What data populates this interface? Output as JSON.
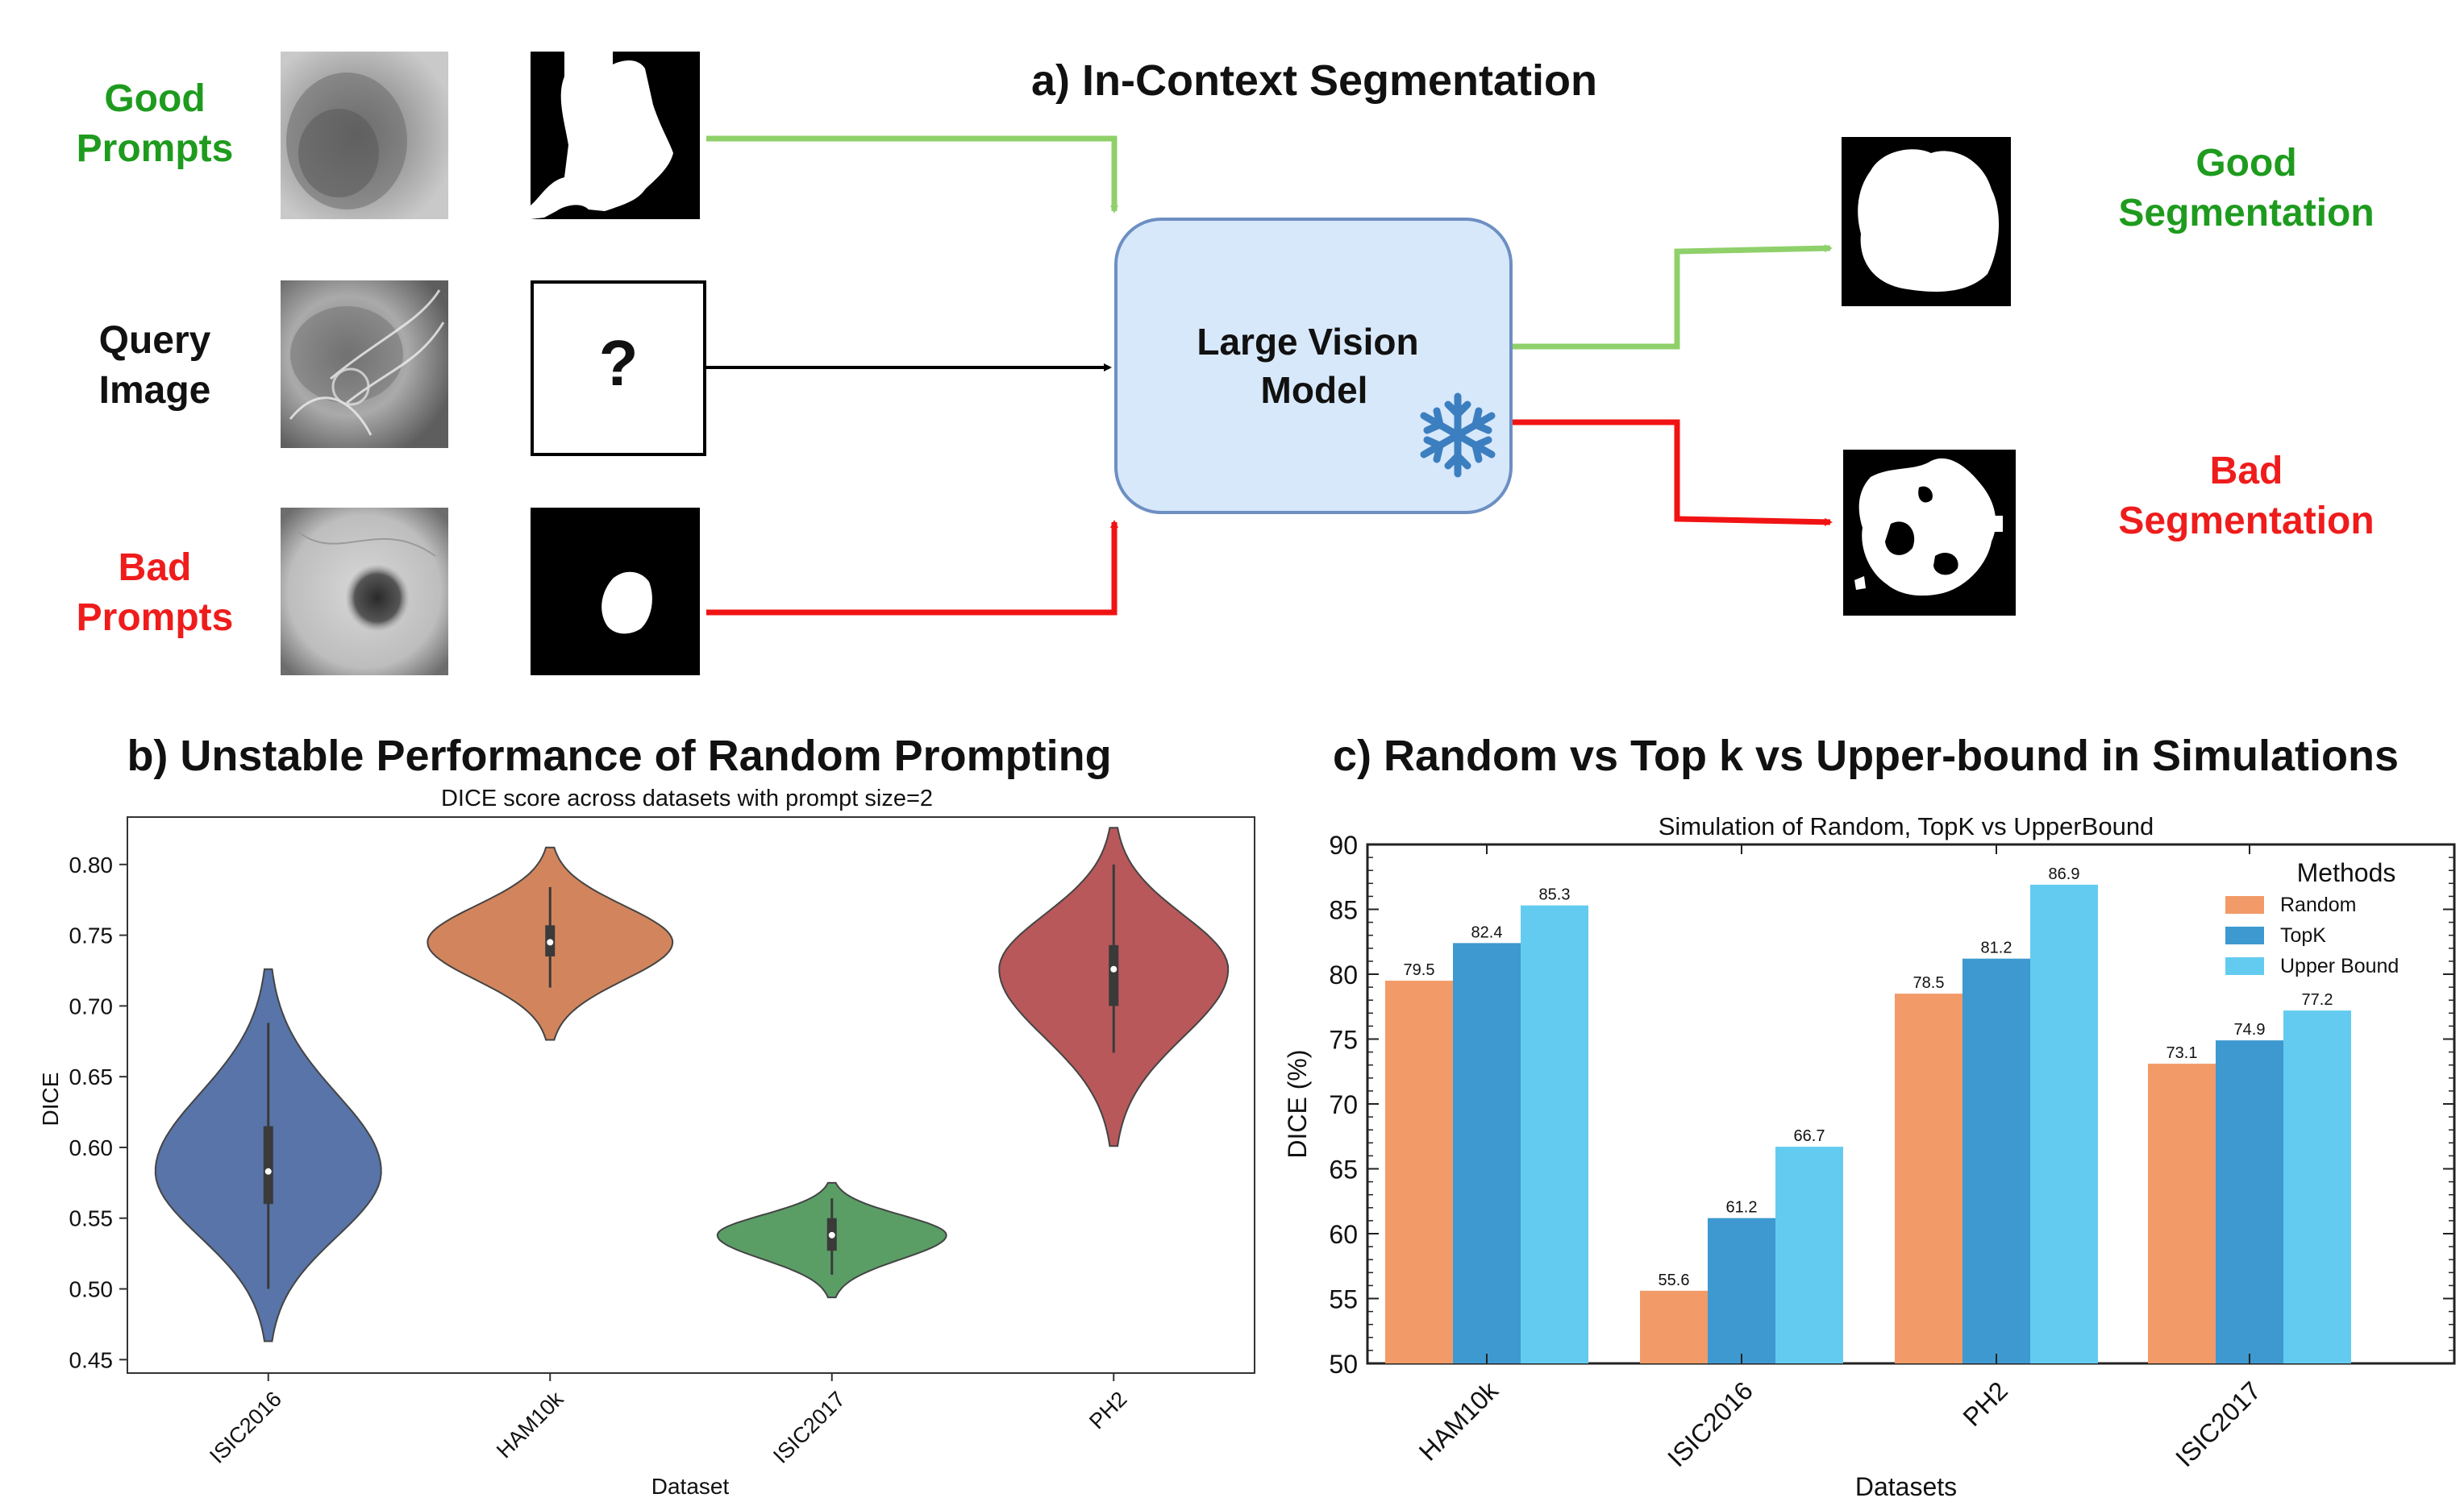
{
  "panel_a": {
    "title": "a) In-Context Segmentation",
    "good_prompts": [
      "Good",
      "Prompts"
    ],
    "query_image": [
      "Query",
      "Image"
    ],
    "bad_prompts": [
      "Bad",
      "Prompts"
    ],
    "query_mark": "?",
    "model": [
      "Large Vision",
      "Model"
    ],
    "good_seg": [
      "Good",
      "Segmentation"
    ],
    "bad_seg": [
      "Bad",
      "Segmentation"
    ],
    "colors": {
      "good": "#1e9b1e",
      "bad": "#ef1c1c",
      "green_arrow": "#8fd06a",
      "red_arrow": "#f11313",
      "model_fill": "#d7e8fb",
      "model_stroke": "#6d8fc2",
      "snowflake": "#3c7fc0"
    },
    "icons": [
      "snowflake-icon"
    ]
  },
  "panel_b": {
    "title": "b) Unstable Performance of Random Prompting",
    "chart_data": {
      "type": "violin",
      "title": "DICE score across datasets with prompt size=2",
      "xlabel": "Dataset",
      "ylabel": "DICE",
      "ylim": [
        0.44,
        0.83
      ],
      "yticks": [
        "0.45",
        "0.50",
        "0.55",
        "0.60",
        "0.65",
        "0.70",
        "0.75",
        "0.80"
      ],
      "categories": [
        "ISIC2016",
        "HAM10k",
        "ISIC2017",
        "PH2"
      ],
      "series": [
        {
          "category": "ISIC2016",
          "color": "#5874a8",
          "min": 0.463,
          "max": 0.726,
          "median": 0.583,
          "q1": 0.56,
          "q3": 0.615,
          "whisker_low": 0.5,
          "whisker_high": 0.688
        },
        {
          "category": "HAM10k",
          "color": "#d2855d",
          "min": 0.676,
          "max": 0.812,
          "median": 0.745,
          "q1": 0.735,
          "q3": 0.757,
          "whisker_low": 0.713,
          "whisker_high": 0.784
        },
        {
          "category": "ISIC2017",
          "color": "#5a9e66",
          "min": 0.494,
          "max": 0.575,
          "median": 0.538,
          "q1": 0.527,
          "q3": 0.55,
          "whisker_low": 0.51,
          "whisker_high": 0.564
        },
        {
          "category": "PH2",
          "color": "#b8585a",
          "min": 0.601,
          "max": 0.826,
          "median": 0.726,
          "q1": 0.7,
          "q3": 0.743,
          "whisker_low": 0.667,
          "whisker_high": 0.8
        }
      ]
    }
  },
  "panel_c": {
    "title": "c) Random vs Top k vs Upper-bound in Simulations",
    "chart_data": {
      "type": "bar",
      "title": "Simulation of Random, TopK vs UpperBound",
      "xlabel": "Datasets",
      "ylabel": "DICE (%)",
      "ylim": [
        50,
        90
      ],
      "yticks": [
        "50",
        "55",
        "60",
        "65",
        "70",
        "75",
        "80",
        "85",
        "90"
      ],
      "categories": [
        "HAM10k",
        "ISIC2016",
        "PH2",
        "ISIC2017"
      ],
      "legend_title": "Methods",
      "legend_position": "top-right",
      "series": [
        {
          "name": "Random",
          "color": "#f29b68",
          "values": [
            79.5,
            55.6,
            78.5,
            73.1
          ],
          "labels": [
            "79.5",
            "55.6",
            "78.5",
            "73.1"
          ]
        },
        {
          "name": "TopK",
          "color": "#3d99d0",
          "values": [
            82.4,
            61.2,
            81.2,
            74.9
          ],
          "labels": [
            "82.4",
            "61.2",
            "81.2",
            "74.9"
          ]
        },
        {
          "name": "Upper Bound",
          "color": "#63cbf0",
          "values": [
            85.3,
            66.7,
            86.9,
            77.2
          ],
          "labels": [
            "85.3",
            "66.7",
            "86.9",
            "77.2"
          ]
        }
      ]
    }
  }
}
